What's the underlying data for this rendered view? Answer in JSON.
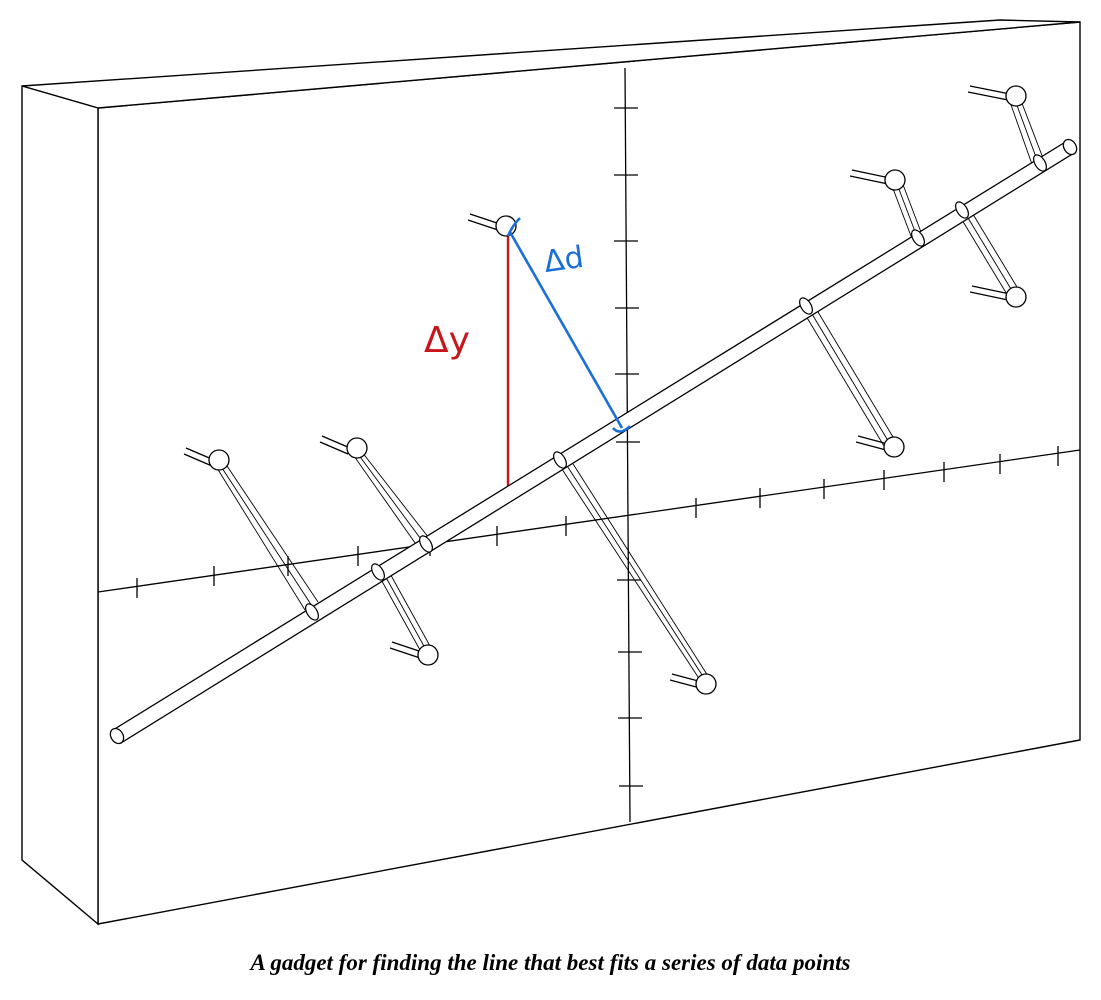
{
  "caption": "A gadget for finding the line that best fits a series of data points",
  "annotations": {
    "delta_y": "Δy",
    "delta_d": "Δd"
  },
  "colors": {
    "delta_y": "#c8161d",
    "delta_d": "#1a6fd6",
    "ink": "#000000"
  }
}
